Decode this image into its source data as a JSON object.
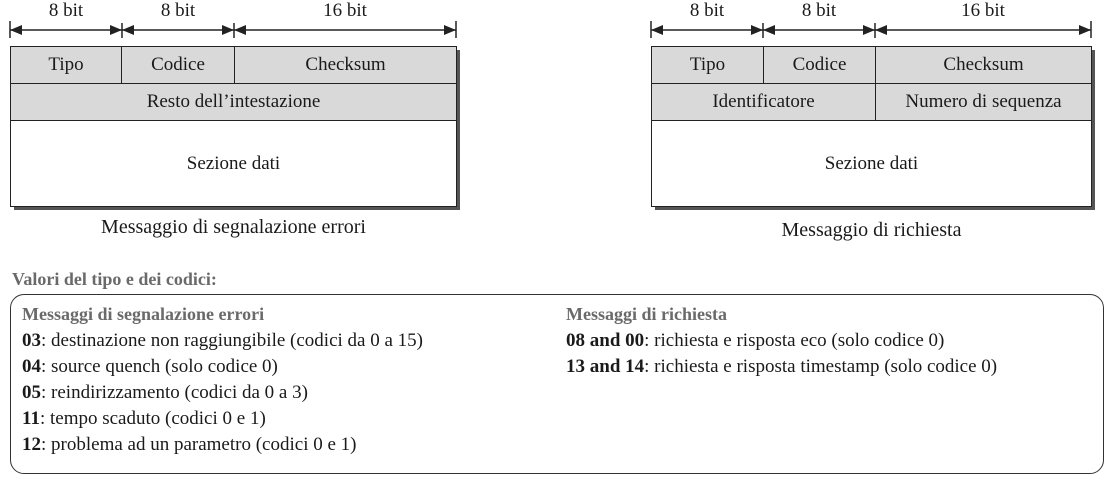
{
  "left": {
    "widths": [
      "8 bit",
      "8 bit",
      "16 bit"
    ],
    "row1": [
      "Tipo",
      "Codice",
      "Checksum"
    ],
    "row2": "Resto dell’intestazione",
    "data": "Sezione dati",
    "caption": "Messaggio di segnalazione errori"
  },
  "right": {
    "widths": [
      "8 bit",
      "8 bit",
      "16 bit"
    ],
    "row1": [
      "Tipo",
      "Codice",
      "Checksum"
    ],
    "row2": [
      "Identificatore",
      "Numero di sequenza"
    ],
    "data": "Sezione dati",
    "caption": "Messaggio di richiesta"
  },
  "values_title": "Valori del tipo e dei codici:",
  "errors": {
    "heading": "Messaggi di segnalazione errori",
    "items": [
      {
        "code": "03",
        "text": ": destinazione non raggiungibile (codici da 0 a 15)"
      },
      {
        "code": "04",
        "text": ": source quench (solo codice 0)"
      },
      {
        "code": "05",
        "text": ": reindirizzamento (codici da 0 a 3)"
      },
      {
        "code": "11",
        "text": ": tempo scaduto (codici 0 e 1)"
      },
      {
        "code": "12",
        "text": ": problema ad un parametro (codici 0 e 1)"
      }
    ]
  },
  "requests": {
    "heading": "Messaggi di richiesta",
    "items": [
      {
        "code": "08 and 00",
        "text": ": richiesta e risposta eco  (solo codice 0)"
      },
      {
        "code": "13 and 14",
        "text": ": richiesta e risposta timestamp (solo codice 0)"
      }
    ]
  }
}
